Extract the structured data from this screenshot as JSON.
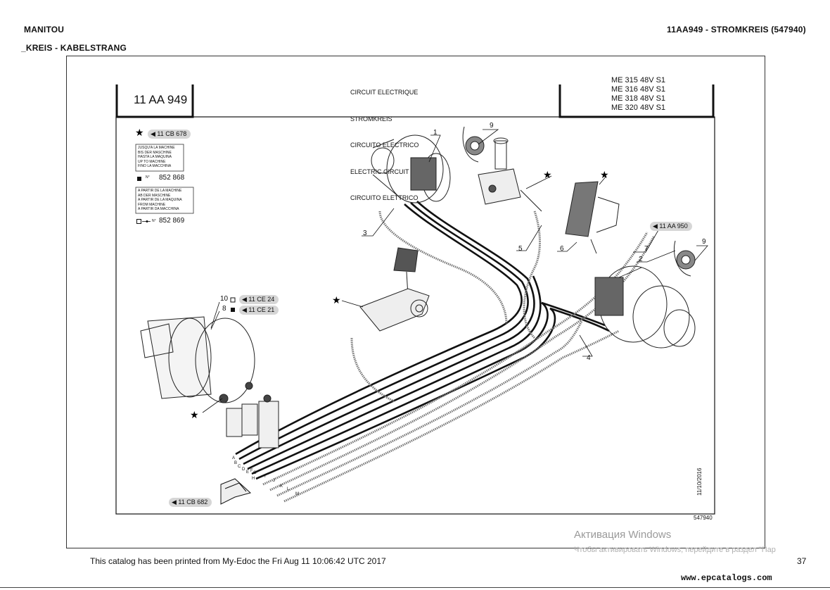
{
  "header": {
    "brand": "MANITOU",
    "subtitle": "_KREIS - KABELSTRANG",
    "document": "11AA949 - STROMKREIS (547940)"
  },
  "title_block": {
    "code": "11 AA 949",
    "descriptions": [
      "CIRCUIT ELECTRIQUE",
      "STROMKREIS",
      "CIRCUITO ELECTRICO",
      "ELECTRIC CIRCUIT",
      "CIRCUITO ELETTRICO"
    ],
    "models": [
      "ME 315 48V S1",
      "ME 316 48V S1",
      "ME 318 48V S1",
      "ME 320 48V S1"
    ]
  },
  "legend": {
    "ref_top": "11 CB 678",
    "until_machine": [
      "JUSQU'A LA MACHINE",
      "BIS DER MASCHINE",
      "HASTA LA MAQUINA",
      "UP TO MACHINE",
      "FINO LA MACCHINA"
    ],
    "until_number_prefix": "N°",
    "until_number": "852 868",
    "from_machine": [
      "A PARTIR DE LA MACHINE",
      "AB DER MASCHINE",
      "A PARTIR DE LA MAQUINA",
      "FROM MACHINE",
      "A PARTIR DA MACCHINA"
    ],
    "from_number_prefix": "N°",
    "from_number": "852 869"
  },
  "references": {
    "aa950": "11 AA 950",
    "ce24": "11 CE 24",
    "ce21": "11 CE 21",
    "cb682": "11 CB 682"
  },
  "callouts": [
    "1",
    "2",
    "3",
    "4",
    "5",
    "6",
    "7",
    "8",
    "9",
    "9",
    "10"
  ],
  "wire_letters": [
    "A",
    "B",
    "C",
    "D",
    "E",
    "F",
    "G",
    "H",
    "I",
    "J",
    "K",
    "L",
    "M"
  ],
  "drawing": {
    "date": "11/10/2016",
    "number": "547940"
  },
  "watermark": {
    "line1": "Активация Windows",
    "line2": "Чтобы активировать Windows, перейдите в раздел \"Пар"
  },
  "footer": {
    "printed": "This catalog has been printed from My-Edoc the  Fri Aug 11 10:06:42 UTC 2017",
    "page": "37",
    "site": "www.epcatalogs.com"
  },
  "colors": {
    "tag_bg": "#d6d6d6",
    "line": "#111111",
    "watermark": "#9a9a9a"
  }
}
